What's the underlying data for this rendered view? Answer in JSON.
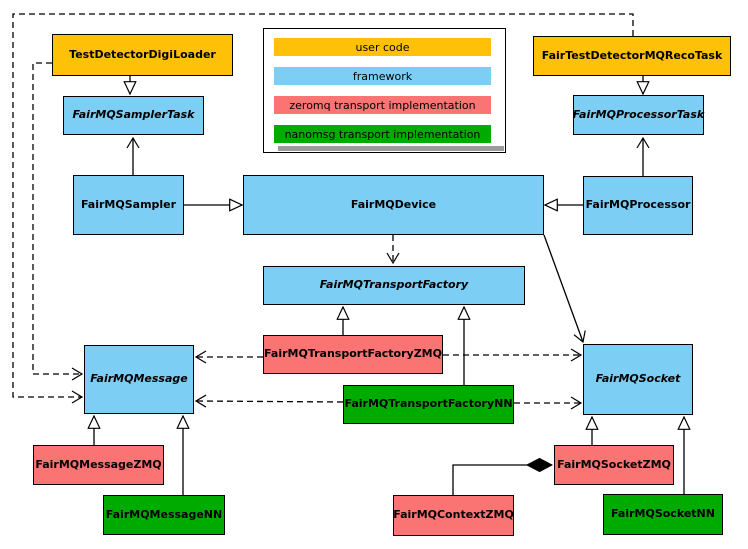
{
  "legend": {
    "items": [
      {
        "label": "user code",
        "color": "#FFC107",
        "category": "user-code"
      },
      {
        "label": "framework",
        "color": "#7DCEF4",
        "category": "framework"
      },
      {
        "label": "zeromq transport implementation",
        "color": "#FA7473",
        "category": "zeromq"
      },
      {
        "label": "nanomsg transport implementation",
        "color": "#00AB00",
        "category": "nanomsg"
      }
    ]
  },
  "colors": {
    "user_code": "#FFC107",
    "framework": "#7DCEF4",
    "zeromq": "#FA7473",
    "nanomsg": "#00AB00",
    "line": "#000000",
    "background": "#FFFFFF"
  },
  "nodes": {
    "testDetectorDigiLoader": {
      "label": "TestDetectorDigiLoader",
      "category": "user code"
    },
    "fairTestDetectorMQRecoTask": {
      "label": "FairTestDetectorMQRecoTask",
      "category": "user code"
    },
    "fairMQSamplerTask": {
      "label": "FairMQSamplerTask",
      "category": "framework",
      "abstract": true
    },
    "fairMQProcessorTask": {
      "label": "FairMQProcessorTask",
      "category": "framework",
      "abstract": true
    },
    "fairMQSampler": {
      "label": "FairMQSampler",
      "category": "framework"
    },
    "fairMQDevice": {
      "label": "FairMQDevice",
      "category": "framework"
    },
    "fairMQProcessor": {
      "label": "FairMQProcessor",
      "category": "framework"
    },
    "fairMQTransportFactory": {
      "label": "FairMQTransportFactory",
      "category": "framework",
      "abstract": true
    },
    "fairMQTransportFactoryZMQ": {
      "label": "FairMQTransportFactoryZMQ",
      "category": "zeromq"
    },
    "fairMQTransportFactoryNN": {
      "label": "FairMQTransportFactoryNN",
      "category": "nanomsg"
    },
    "fairMQMessage": {
      "label": "FairMQMessage",
      "category": "framework",
      "abstract": true
    },
    "fairMQSocket": {
      "label": "FairMQSocket",
      "category": "framework",
      "abstract": true
    },
    "fairMQMessageZMQ": {
      "label": "FairMQMessageZMQ",
      "category": "zeromq"
    },
    "fairMQMessageNN": {
      "label": "FairMQMessageNN",
      "category": "nanomsg"
    },
    "fairMQSocketZMQ": {
      "label": "FairMQSocketZMQ",
      "category": "zeromq"
    },
    "fairMQSocketNN": {
      "label": "FairMQSocketNN",
      "category": "nanomsg"
    },
    "fairMQContextZMQ": {
      "label": "FairMQContextZMQ",
      "category": "zeromq"
    }
  },
  "edges": [
    {
      "from": "TestDetectorDigiLoader",
      "to": "FairMQSamplerTask",
      "type": "inheritance"
    },
    {
      "from": "FairTestDetectorMQRecoTask",
      "to": "FairMQProcessorTask",
      "type": "inheritance"
    },
    {
      "from": "FairMQSampler",
      "to": "FairMQSamplerTask",
      "type": "association"
    },
    {
      "from": "FairMQProcessor",
      "to": "FairMQProcessorTask",
      "type": "association"
    },
    {
      "from": "FairMQSampler",
      "to": "FairMQDevice",
      "type": "inheritance"
    },
    {
      "from": "FairMQProcessor",
      "to": "FairMQDevice",
      "type": "inheritance"
    },
    {
      "from": "FairMQDevice",
      "to": "FairMQTransportFactory",
      "type": "dependency"
    },
    {
      "from": "FairMQDevice",
      "to": "FairMQSocket",
      "type": "association"
    },
    {
      "from": "FairMQTransportFactoryZMQ",
      "to": "FairMQTransportFactory",
      "type": "inheritance"
    },
    {
      "from": "FairMQTransportFactoryNN",
      "to": "FairMQTransportFactory",
      "type": "inheritance"
    },
    {
      "from": "FairMQTransportFactoryZMQ",
      "to": "FairMQMessage",
      "type": "dependency"
    },
    {
      "from": "FairMQTransportFactoryZMQ",
      "to": "FairMQSocket",
      "type": "dependency"
    },
    {
      "from": "FairMQTransportFactoryNN",
      "to": "FairMQMessage",
      "type": "dependency"
    },
    {
      "from": "FairMQTransportFactoryNN",
      "to": "FairMQSocket",
      "type": "dependency"
    },
    {
      "from": "TestDetectorDigiLoader",
      "to": "FairMQMessage",
      "type": "dependency"
    },
    {
      "from": "FairTestDetectorMQRecoTask",
      "to": "FairMQMessage",
      "type": "dependency"
    },
    {
      "from": "FairMQMessageZMQ",
      "to": "FairMQMessage",
      "type": "inheritance"
    },
    {
      "from": "FairMQMessageNN",
      "to": "FairMQMessage",
      "type": "inheritance"
    },
    {
      "from": "FairMQSocketZMQ",
      "to": "FairMQSocket",
      "type": "inheritance"
    },
    {
      "from": "FairMQSocketNN",
      "to": "FairMQSocket",
      "type": "inheritance"
    },
    {
      "from": "FairMQContextZMQ",
      "to": "FairMQSocketZMQ",
      "type": "composition"
    }
  ]
}
